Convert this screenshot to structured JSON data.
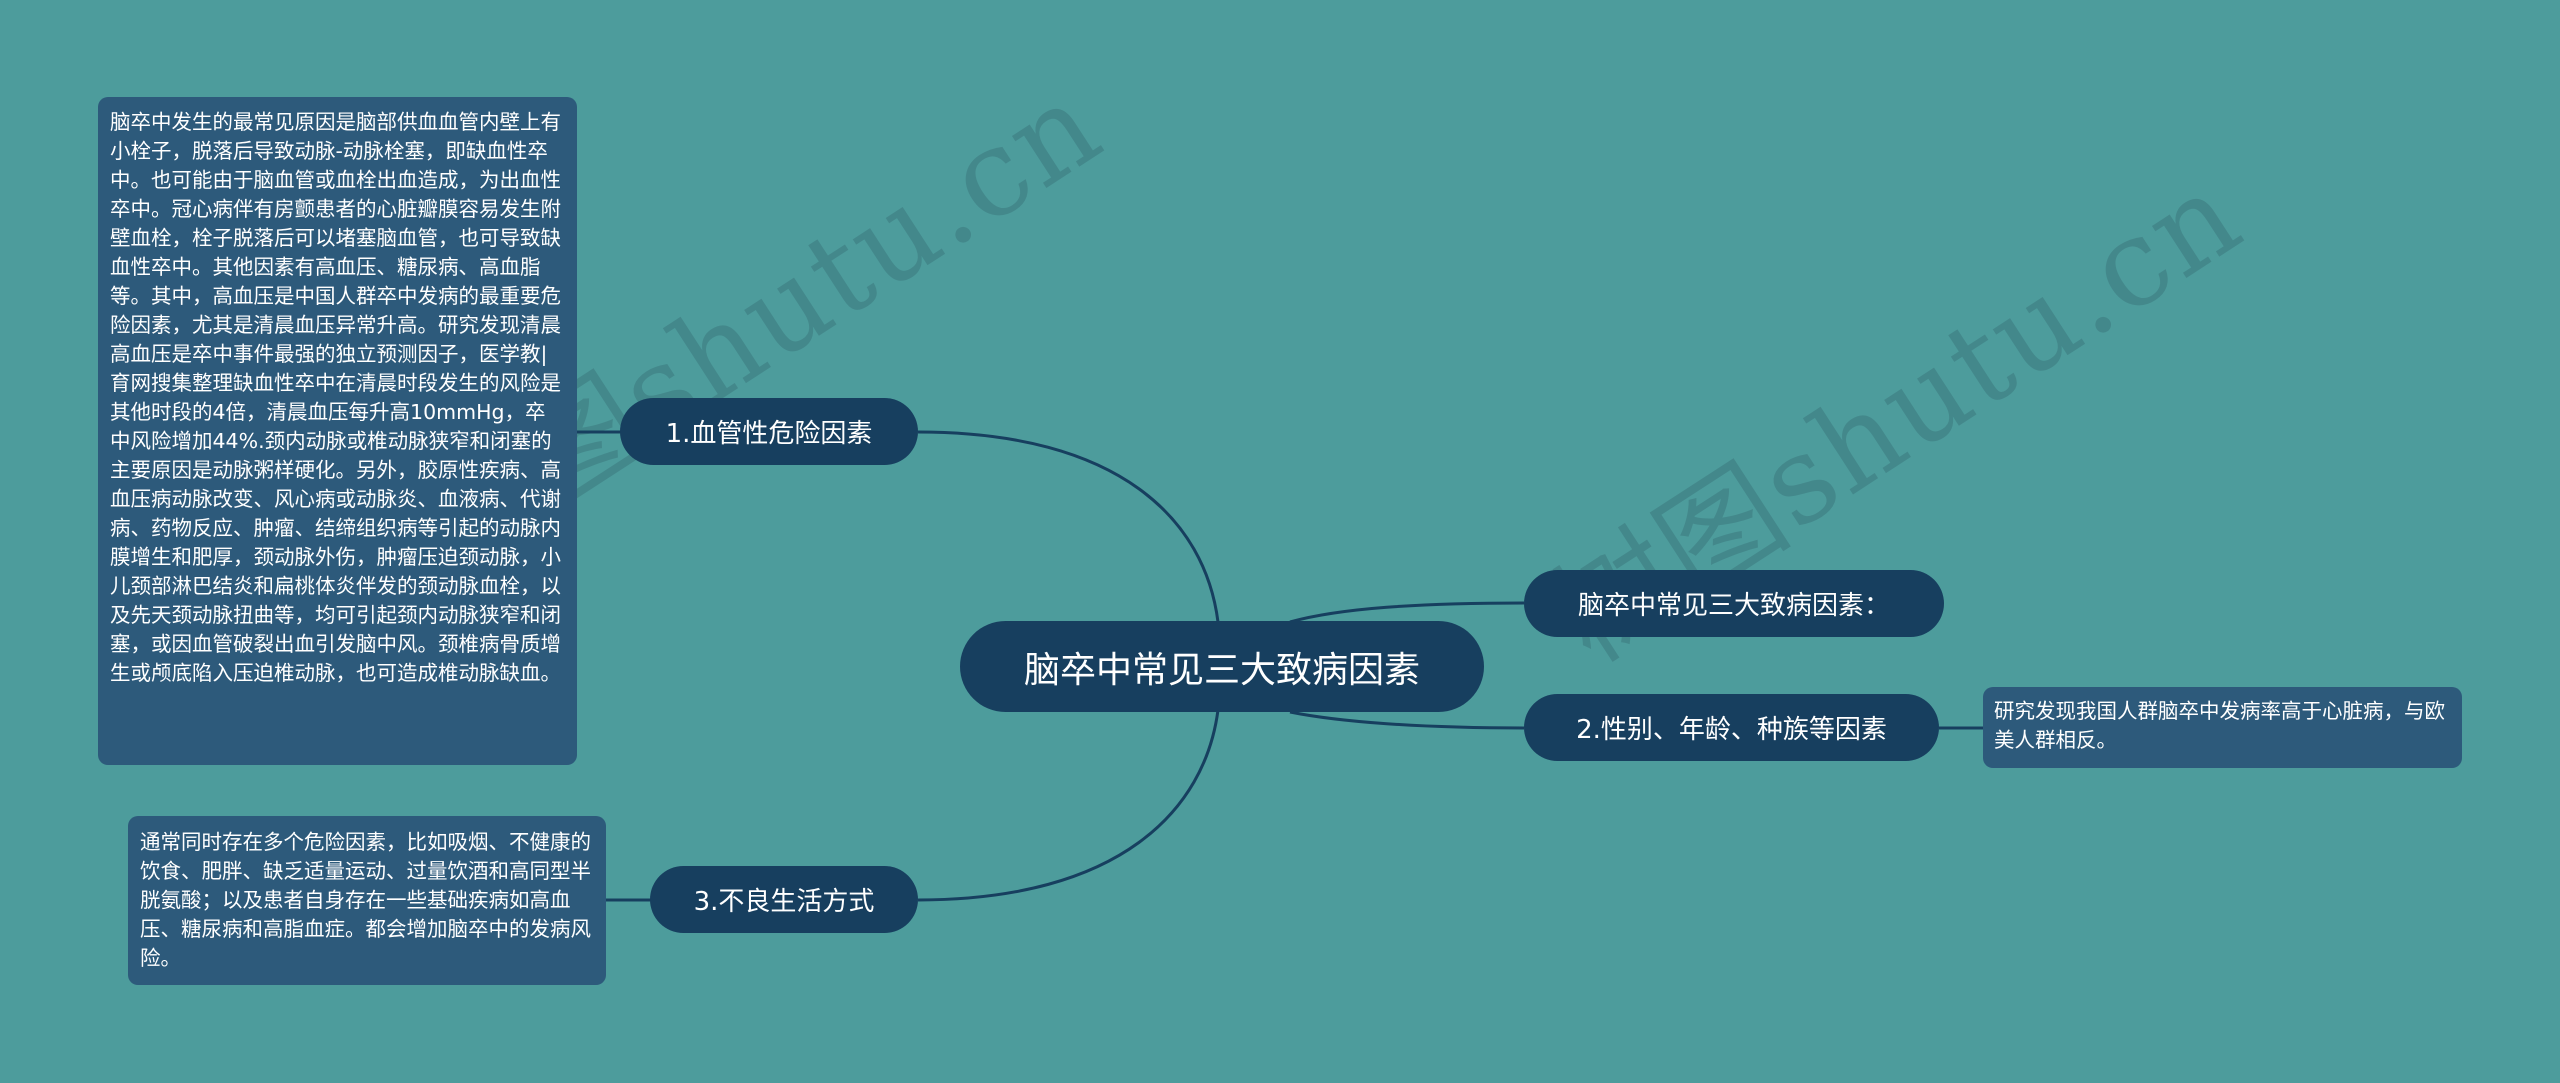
{
  "mindmap": {
    "root": {
      "label": "脑卒中常见三大致病因素"
    },
    "branches": [
      {
        "label": "1.血管性危险因素",
        "detail": "脑卒中发生的最常见原因是脑部供血血管内壁上有小栓子，脱落后导致动脉-动脉栓塞，即缺血性卒中。也可能由于脑血管或血栓出血造成，为出血性卒中。冠心病伴有房颤患者的心脏瓣膜容易发生附壁血栓，栓子脱落后可以堵塞脑血管，也可导致缺血性卒中。其他因素有高血压、糖尿病、高血脂等。其中，高血压是中国人群卒中发病的最重要危险因素，尤其是清晨血压异常升高。研究发现清晨高血压是卒中事件最强的独立预测因子，医学教|育网搜集整理缺血性卒中在清晨时段发生的风险是其他时段的4倍，清晨血压每升高10mmHg，卒中风险增加44%.颈内动脉或椎动脉狭窄和闭塞的主要原因是动脉粥样硬化。另外，胶原性疾病、高血压病动脉改变、风心病或动脉炎、血液病、代谢病、药物反应、肿瘤、结缔组织病等引起的动脉内膜增生和肥厚，颈动脉外伤，肿瘤压迫颈动脉，小儿颈部淋巴结炎和扁桃体炎伴发的颈动脉血栓，以及先天颈动脉扭曲等，均可引起颈内动脉狭窄和闭塞，或因血管破裂出血引发脑中风。颈椎病骨质增生或颅底陷入压迫椎动脉，也可造成椎动脉缺血。"
      },
      {
        "label": "3.不良生活方式",
        "detail": "通常同时存在多个危险因素，比如吸烟、不健康的饮食、肥胖、缺乏适量运动、过量饮酒和高同型半胱氨酸；以及患者自身存在一些基础疾病如高血压、糖尿病和高脂血症。都会增加脑卒中的发病风险。"
      },
      {
        "label": "脑卒中常见三大致病因素："
      },
      {
        "label": "2.性别、年龄、种族等因素",
        "detail": "研究发现我国人群脑卒中发病率高于心脏病，与欧美人群相反。"
      }
    ]
  },
  "watermarks": [
    "树图shutu.cn",
    "树图shutu.cn"
  ],
  "colors": {
    "background": "#4d9c9c",
    "node": "#173f5f",
    "leaf": "#2d5a7b",
    "link": "#173f5f",
    "text": "#ffffff"
  }
}
